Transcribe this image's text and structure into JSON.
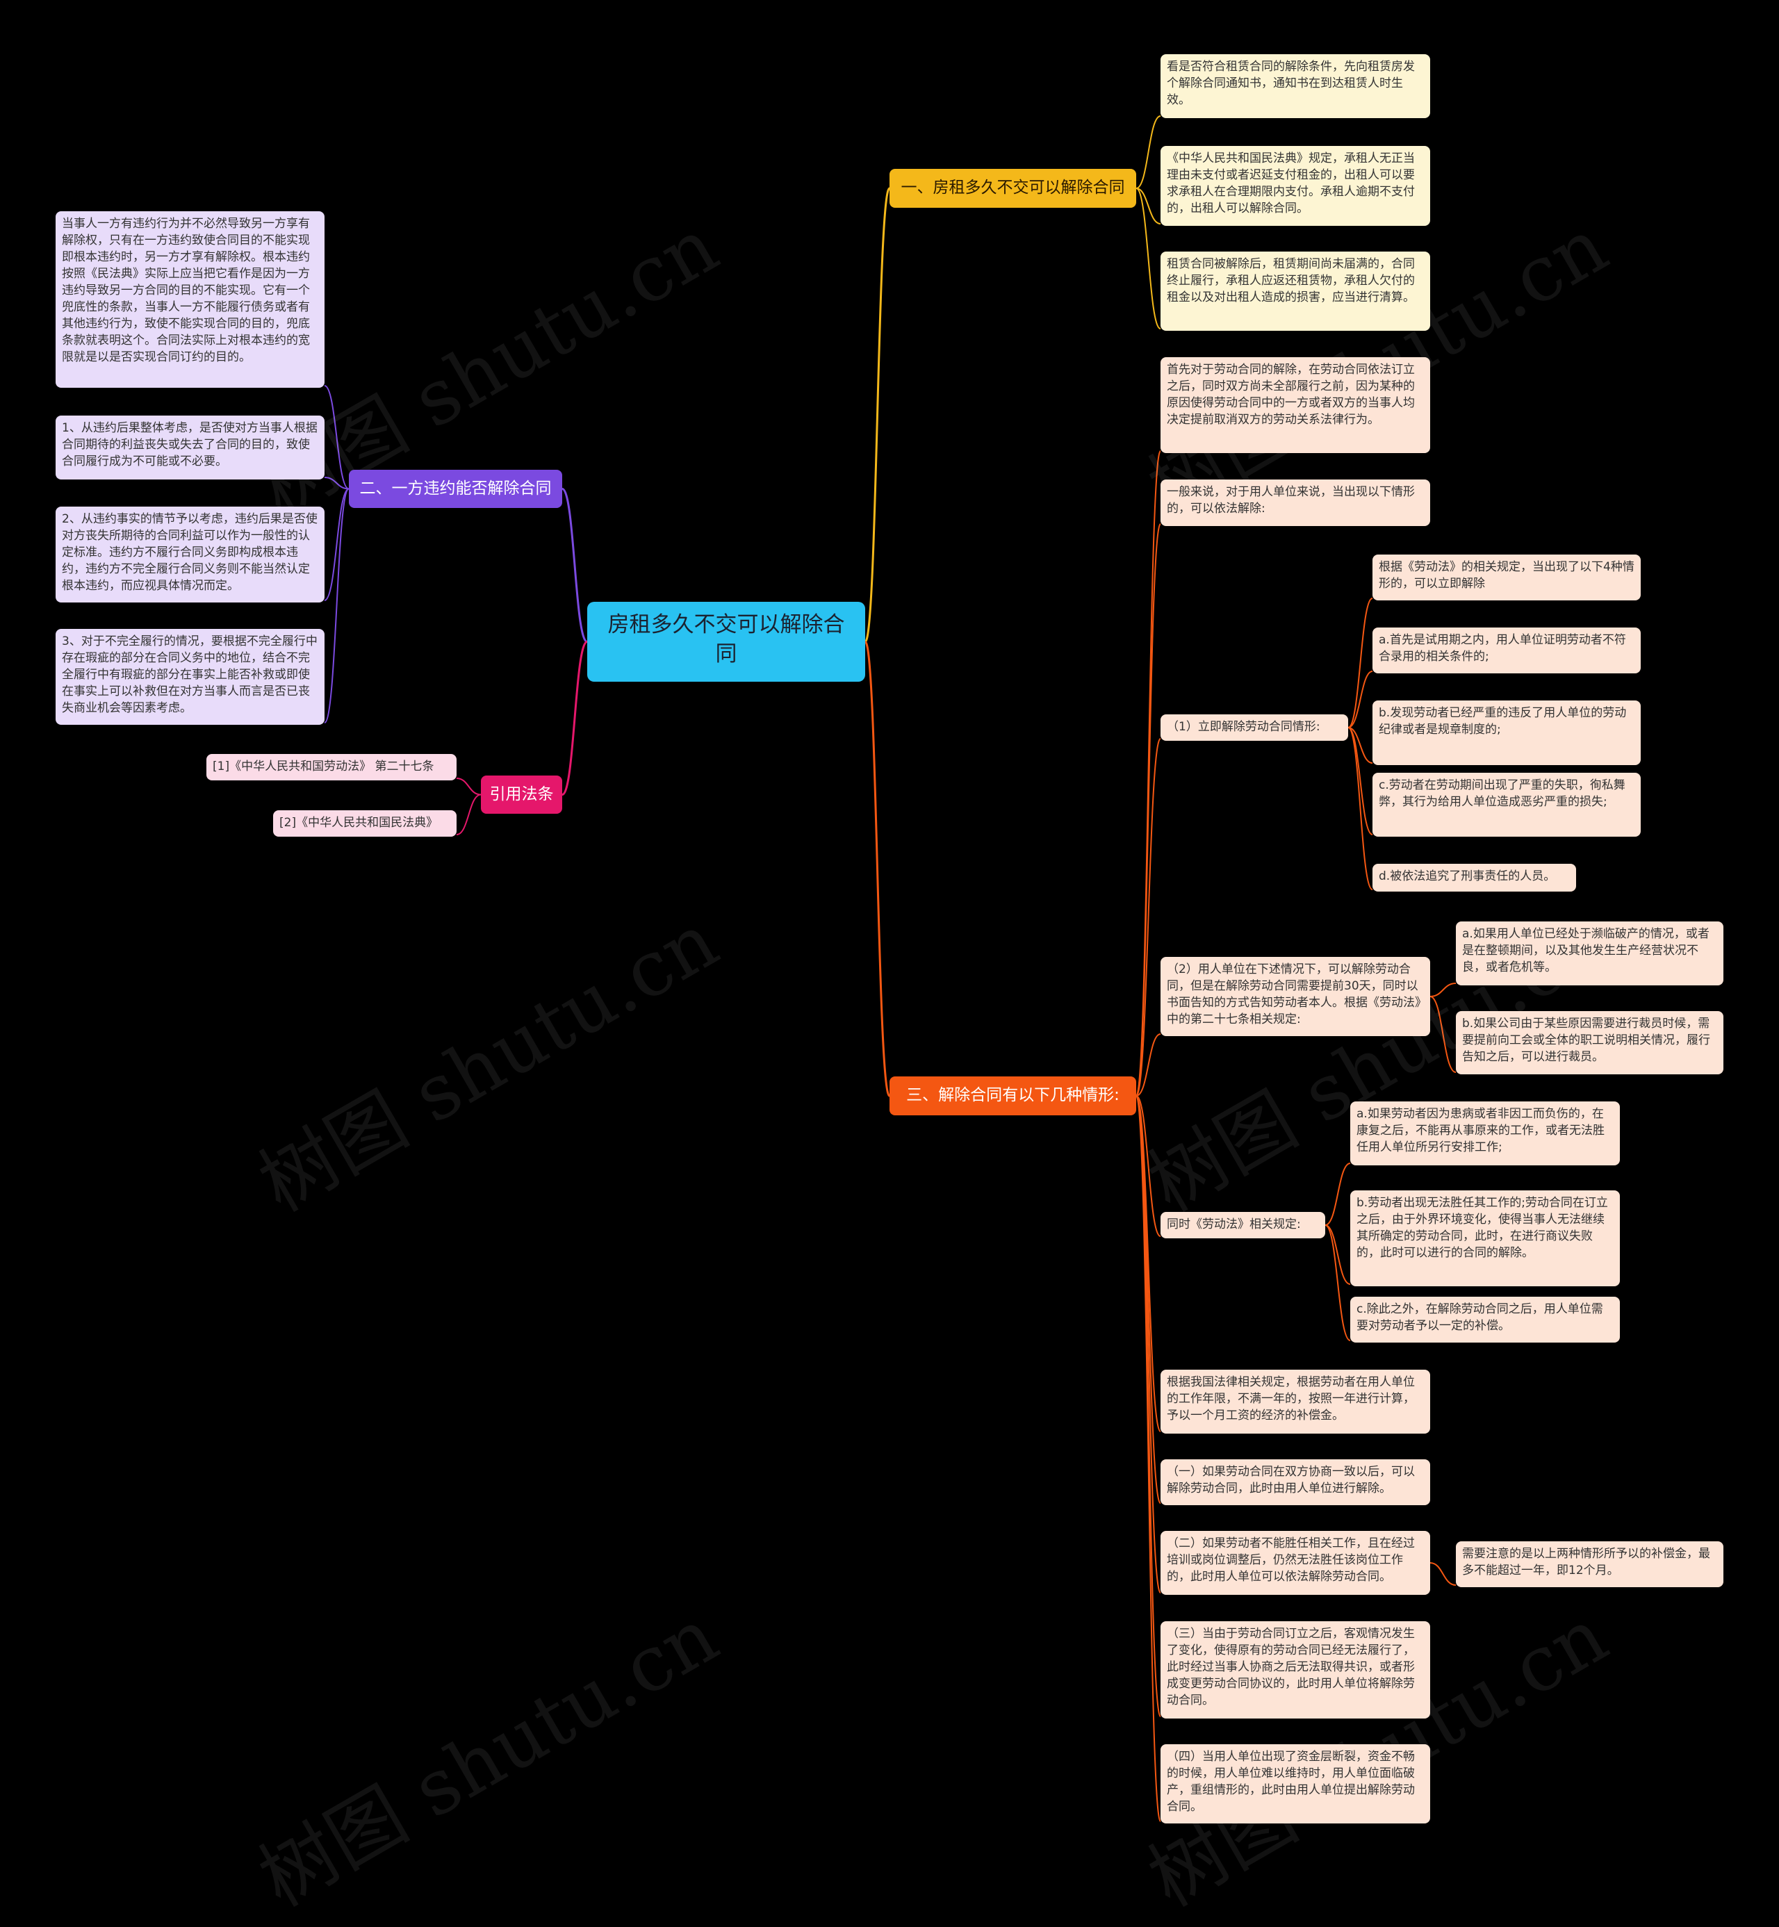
{
  "watermark_text": "树图 shutu.cn",
  "root": {
    "text": "房租多久不交可以解除合同"
  },
  "branches": [
    {
      "id": "b1",
      "label": "一、房租多久不交可以解除合同",
      "color": "#f4b81a",
      "children": [
        {
          "text": "看是否符合租赁合同的解除条件，先向租赁房发个解除合同通知书，通知书在到达租赁人时生效。"
        },
        {
          "text": "《中华人民共和国民法典》规定，承租人无正当理由未支付或者迟延支付租金的，出租人可以要求承租人在合理期限内支付。承租人逾期不支付的，出租人可以解除合同。"
        },
        {
          "text": "租赁合同被解除后，租赁期间尚未届满的，合同终止履行，承租人应返还租赁物，承租人欠付的租金以及对出租人造成的损害，应当进行清算。"
        }
      ]
    },
    {
      "id": "b2",
      "label": "二、一方违约能否解除合同",
      "color": "#7b4ae0",
      "children": [
        {
          "text": "当事人一方有违约行为并不必然导致另一方享有解除权，只有在一方违约致使合同目的不能实现即根本违约时，另一方才享有解除权。根本违约按照《民法典》实际上应当把它看作是因为一方违约导致另一方合同的目的不能实现。它有一个兜底性的条款，当事人一方不能履行债务或者有其他违约行为，致使不能实现合同的目的，兜底条款就表明这个。合同法实际上对根本违约的宽限就是以是否实现合同订约的目的。"
        },
        {
          "text": "1、从违约后果整体考虑，是否使对方当事人根据合同期待的利益丧失或失去了合同的目的，致使合同履行成为不可能或不必要。"
        },
        {
          "text": "2、从违约事实的情节予以考虑，违约后果是否使对方丧失所期待的合同利益可以作为一般性的认定标准。违约方不履行合同义务即构成根本违约，违约方不完全履行合同义务则不能当然认定根本违约，而应视具体情况而定。"
        },
        {
          "text": "3、对于不完全履行的情况，要根据不完全履行中存在瑕疵的部分在合同义务中的地位，结合不完全履行中有瑕疵的部分在事实上能否补救或即使在事实上可以补救但在对方当事人而言是否已丧失商业机会等因素考虑。"
        }
      ]
    },
    {
      "id": "b3",
      "label": "引用法条",
      "color": "#e5176b",
      "children": [
        {
          "text": "[1]《中华人民共和国劳动法》 第二十七条"
        },
        {
          "text": "[2]《中华人民共和国民法典》"
        }
      ]
    },
    {
      "id": "b4",
      "label": "三、解除合同有以下几种情形:",
      "color": "#f45712",
      "children": [
        {
          "text": "首先对于劳动合同的解除，在劳动合同依法订立之后，同时双方尚未全部履行之前，因为某种的原因使得劳动合同中的一方或者双方的当事人均决定提前取消双方的劳动关系法律行为。"
        },
        {
          "text": "一般来说，对于用人单位来说，当出现以下情形的，可以依法解除:"
        },
        {
          "text": "（1）立即解除劳动合同情形:",
          "children": [
            {
              "text": "根据《劳动法》的相关规定，当出现了以下4种情形的，可以立即解除"
            },
            {
              "text": "a.首先是试用期之内，用人单位证明劳动者不符合录用的相关条件的;"
            },
            {
              "text": "b.发现劳动者已经严重的违反了用人单位的劳动纪律或者是规章制度的;"
            },
            {
              "text": "c.劳动者在劳动期间出现了严重的失职，徇私舞弊，其行为给用人单位造成恶劣严重的损失;"
            },
            {
              "text": "d.被依法追究了刑事责任的人员。"
            }
          ]
        },
        {
          "text": "（2）用人单位在下述情况下，可以解除劳动合同，但是在解除劳动合同需要提前30天，同时以书面告知的方式告知劳动者本人。根据《劳动法》中的第二十七条相关规定:",
          "children": [
            {
              "text": "a.如果用人单位已经处于濒临破产的情况，或者是在整顿期间，以及其他发生生产经营状况不良，或者危机等。"
            },
            {
              "text": "b.如果公司由于某些原因需要进行裁员时候，需要提前向工会或全体的职工说明相关情况，履行告知之后，可以进行裁员。"
            }
          ]
        },
        {
          "text": "同时《劳动法》相关规定:",
          "children": [
            {
              "text": "a.如果劳动者因为患病或者非因工而负伤的，在康复之后，不能再从事原来的工作，或者无法胜任用人单位所另行安排工作;"
            },
            {
              "text": "b.劳动者出现无法胜任其工作的;劳动合同在订立之后，由于外界环境变化，使得当事人无法继续其所确定的劳动合同，此时，在进行商议失败的，此时可以进行的合同的解除。"
            },
            {
              "text": "c.除此之外，在解除劳动合同之后，用人单位需要对劳动者予以一定的补偿。"
            }
          ]
        },
        {
          "text": "根据我国法律相关规定，根据劳动者在用人单位的工作年限，不满一年的，按照一年进行计算，予以一个月工资的经济的补偿金。"
        },
        {
          "text": "（一）如果劳动合同在双方协商一致以后，可以解除劳动合同，此时由用人单位进行解除。"
        },
        {
          "text": "（二）如果劳动者不能胜任相关工作，且在经过培训或岗位调整后，仍然无法胜任该岗位工作的，此时用人单位可以依法解除劳动合同。",
          "children": [
            {
              "text": "需要注意的是以上两种情形所予以的补偿金，最多不能超过一年，即12个月。"
            }
          ]
        },
        {
          "text": "（三）当由于劳动合同订立之后，客观情况发生了变化，使得原有的劳动合同已经无法履行了，此时经过当事人协商之后无法取得共识，或者形成变更劳动合同协议的，此时用人单位将解除劳动合同。"
        },
        {
          "text": "（四）当用人单位出现了资金层断裂，资金不畅的时候，用人单位难以维持时，用人单位面临破产，重组情形的，此时由用人单位提出解除劳动合同。"
        }
      ]
    }
  ]
}
